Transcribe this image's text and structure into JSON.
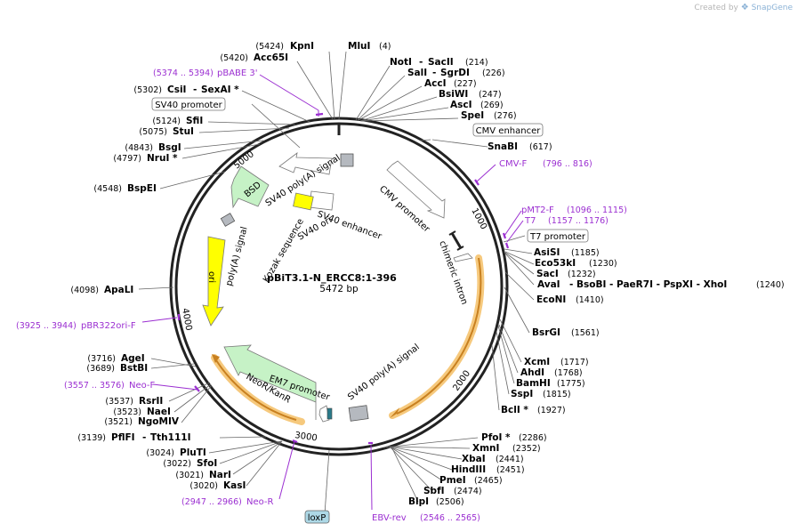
{
  "credit": {
    "prefix": "Created by",
    "brand": "SnapGene"
  },
  "title": "pBiT3.1-N_ERCC8:1-396",
  "length": "5472 bp",
  "ticks": [
    {
      "label": "1000",
      "bp": 1000
    },
    {
      "label": "2000",
      "bp": 2000
    },
    {
      "label": "3000",
      "bp": 3000
    },
    {
      "label": "4000",
      "bp": 4000
    },
    {
      "label": "5000",
      "bp": 5000
    }
  ],
  "enzymes": [
    {
      "name": "MluI",
      "pos": "(4)"
    },
    {
      "name": "KpnI",
      "pos": "(5424)"
    },
    {
      "name": "Acc65I",
      "pos": "(5420)"
    },
    {
      "name": "NotI",
      "pos": "(214)",
      "more": "SacII"
    },
    {
      "name": "SalI",
      "pos": "(226)",
      "more": "SgrDI"
    },
    {
      "name": "AccI",
      "pos": "(227)"
    },
    {
      "name": "BsiWI",
      "pos": "(247)"
    },
    {
      "name": "AscI",
      "pos": "(269)"
    },
    {
      "name": "SpeI",
      "pos": "(276)"
    },
    {
      "name": "SnaBI",
      "pos": "(617)"
    },
    {
      "name": "CsiI",
      "pos": "(5302)",
      "more": "SexAI *"
    },
    {
      "name": "SfiI",
      "pos": "(5124)"
    },
    {
      "name": "StuI",
      "pos": "(5075)"
    },
    {
      "name": "BsgI",
      "pos": "(4843)"
    },
    {
      "name": "NruI *",
      "pos": "(4797)"
    },
    {
      "name": "BspEI",
      "pos": "(4548)"
    },
    {
      "name": "ApaLI",
      "pos": "(4098)"
    },
    {
      "name": "AsiSI",
      "pos": "(1185)"
    },
    {
      "name": "Eco53kI",
      "pos": "(1230)"
    },
    {
      "name": "SacI",
      "pos": "(1232)"
    },
    {
      "name": "AvaI",
      "pos": "(1240)",
      "more": "BsoBI - PaeR7I - PspXI - XhoI"
    },
    {
      "name": "EcoNI",
      "pos": "(1410)"
    },
    {
      "name": "BsrGI",
      "pos": "(1561)"
    },
    {
      "name": "XcmI",
      "pos": "(1717)"
    },
    {
      "name": "AhdI",
      "pos": "(1768)"
    },
    {
      "name": "BamHI",
      "pos": "(1775)"
    },
    {
      "name": "SspI",
      "pos": "(1815)"
    },
    {
      "name": "BclI *",
      "pos": "(1927)"
    },
    {
      "name": "AgeI",
      "pos": "(3716)"
    },
    {
      "name": "BstBI",
      "pos": "(3689)"
    },
    {
      "name": "RsrII",
      "pos": "(3537)"
    },
    {
      "name": "NaeI",
      "pos": "(3523)"
    },
    {
      "name": "NgoMIV",
      "pos": "(3521)"
    },
    {
      "name": "PflFI",
      "pos": "(3139)",
      "more": "Tth111I"
    },
    {
      "name": "PluTI",
      "pos": "(3024)"
    },
    {
      "name": "SfoI",
      "pos": "(3022)"
    },
    {
      "name": "NarI",
      "pos": "(3021)"
    },
    {
      "name": "KasI",
      "pos": "(3020)"
    },
    {
      "name": "PfoI *",
      "pos": "(2286)"
    },
    {
      "name": "XmnI",
      "pos": "(2352)"
    },
    {
      "name": "XbaI",
      "pos": "(2441)"
    },
    {
      "name": "HindIII",
      "pos": "(2451)"
    },
    {
      "name": "PmeI",
      "pos": "(2465)"
    },
    {
      "name": "SbfI",
      "pos": "(2474)"
    },
    {
      "name": "BlpI",
      "pos": "(2506)"
    }
  ],
  "primers": [
    {
      "name": "pBABE 3'",
      "range": "(5374 .. 5394)"
    },
    {
      "name": "CMV-F",
      "range": "(796 .. 816)"
    },
    {
      "name": "pMT2-F",
      "range": "(1096 .. 1115)"
    },
    {
      "name": "T7",
      "range": "(1157 .. 1176)"
    },
    {
      "name": "pBR322ori-F",
      "range": "(3925 .. 3944)"
    },
    {
      "name": "Neo-F",
      "range": "(3557 .. 3576)"
    },
    {
      "name": "Neo-R",
      "range": "(2947 .. 2966)"
    },
    {
      "name": "EBV-rev",
      "range": "(2546 .. 2565)"
    }
  ],
  "boxed": [
    {
      "name": "SV40 promoter"
    },
    {
      "name": "CMV enhancer"
    },
    {
      "name": "T7 promoter"
    },
    {
      "name": "loxP"
    }
  ],
  "features": [
    {
      "name": "CMV promoter"
    },
    {
      "name": "chimeric intron"
    },
    {
      "name": "SV40 poly(A) signal",
      "id": "a"
    },
    {
      "name": "SV40 poly(A) signal",
      "id": "b"
    },
    {
      "name": "EM7 promoter"
    },
    {
      "name": "NeoR/KanR"
    },
    {
      "name": "ori"
    },
    {
      "name": "poly(A) signal"
    },
    {
      "name": "BSD"
    },
    {
      "name": "SV40 enhancer"
    },
    {
      "name": "SV40 ori"
    },
    {
      "name": "Kozak sequence"
    }
  ],
  "colors": {
    "backbone": "#222222",
    "primer": "#9b2fd1",
    "ori": "#ffff00",
    "marker": "#c6f2c6",
    "promoter": "#ffffff",
    "orf_highlight": "#f6c97d",
    "orf_arrow": "#c88020",
    "loxp": "#add8e6"
  }
}
